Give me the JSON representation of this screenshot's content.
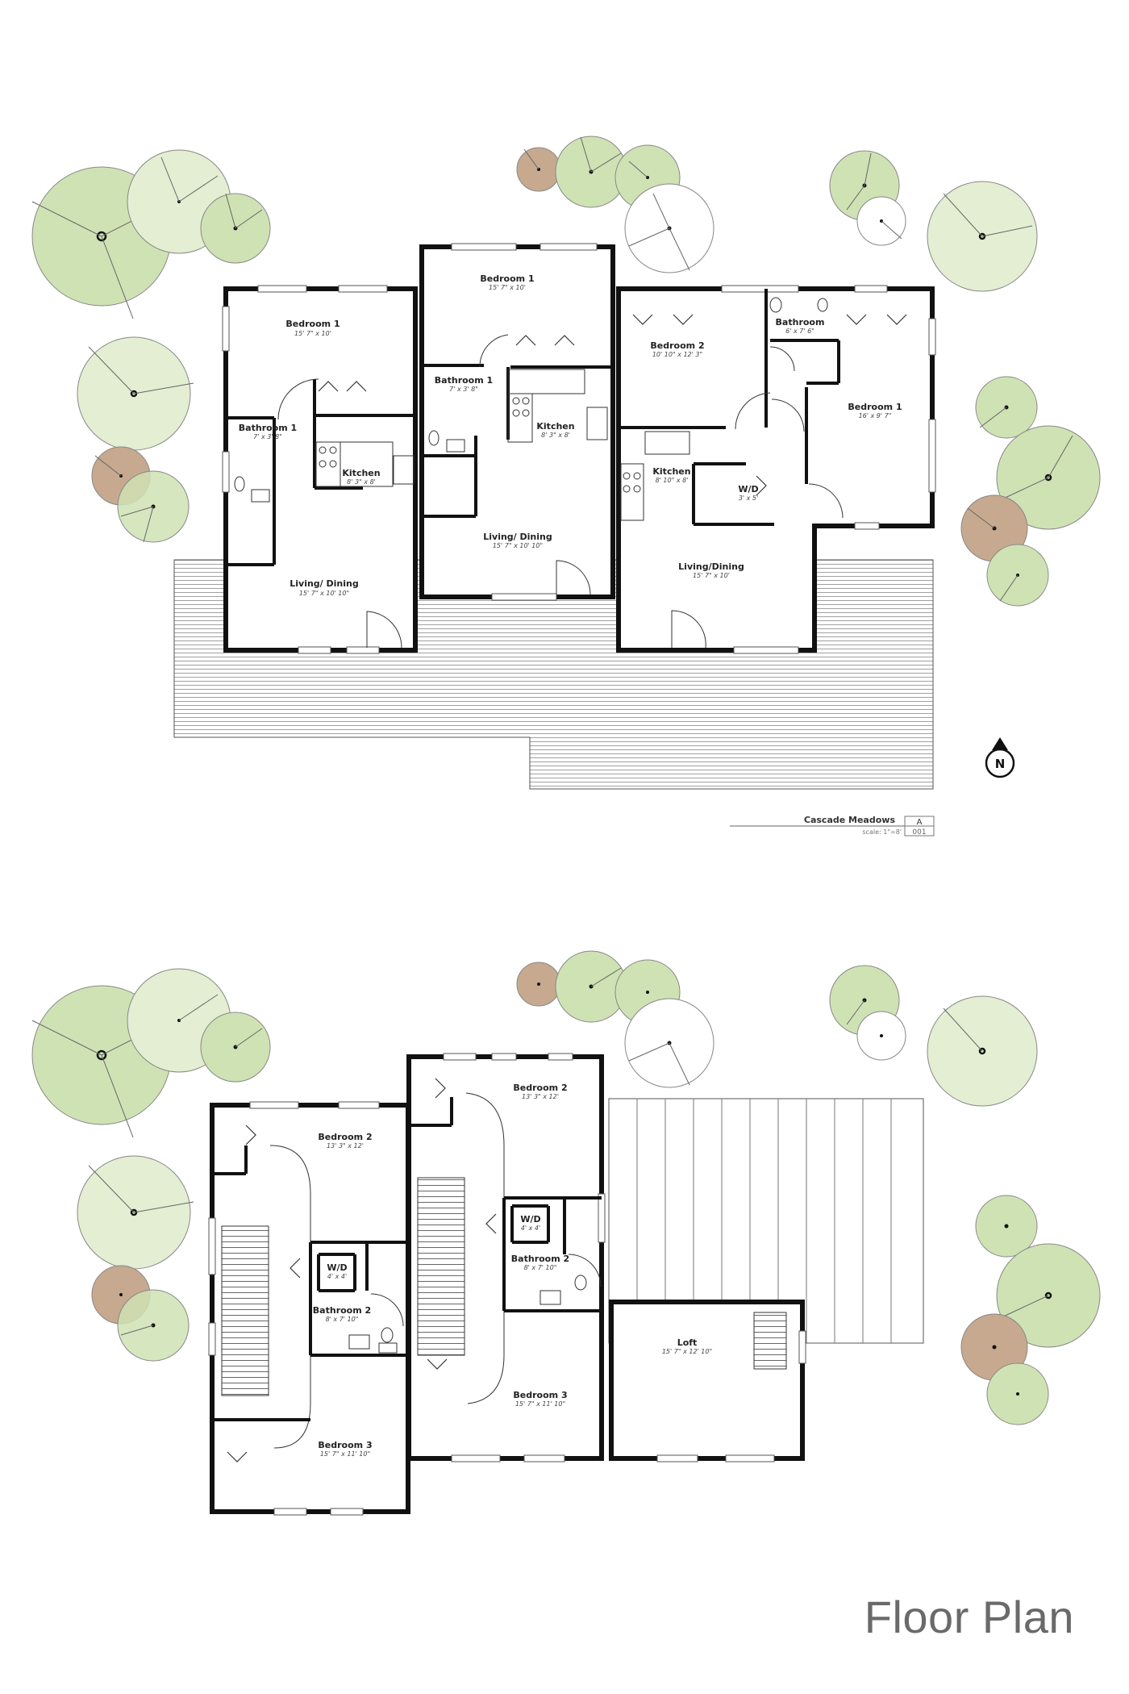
{
  "project": {
    "name": "Cascade Meadows",
    "sheet_letter": "A",
    "sheet_number": "001",
    "scale": "scale: 1\"=8'"
  },
  "north_arrow": {
    "label": "N"
  },
  "sheet_title": "Floor Plan",
  "colors": {
    "wall": "#111111",
    "tree_green": "#c9dfb0",
    "tree_pale": "#e4edd0",
    "tree_brown": "#c7a98f",
    "deck_line": "#888888"
  },
  "floors": {
    "ground": {
      "rooms": [
        {
          "id": "g-u1-bed1",
          "name": "Bedroom 1",
          "dim": "15' 7\" x 10'"
        },
        {
          "id": "g-u1-bath1",
          "name": "Bathroom 1",
          "dim": "7' x 3' 8\""
        },
        {
          "id": "g-u1-kitchen",
          "name": "Kitchen",
          "dim": "8' 3\" x 8'"
        },
        {
          "id": "g-u1-living",
          "name": "Living/ Dining",
          "dim": "15' 7\" x 10' 10\""
        },
        {
          "id": "g-u2-bed1",
          "name": "Bedroom 1",
          "dim": "15' 7\" x 10'"
        },
        {
          "id": "g-u2-bath1",
          "name": "Bathroom 1",
          "dim": "7' x 3' 8\""
        },
        {
          "id": "g-u2-kitchen",
          "name": "Kitchen",
          "dim": "8' 3\" x 8'"
        },
        {
          "id": "g-u2-living",
          "name": "Living/ Dining",
          "dim": "15' 7\" x 10' 10\""
        },
        {
          "id": "g-u3-bed2",
          "name": "Bedroom 2",
          "dim": "10' 10\" x 12' 3\""
        },
        {
          "id": "g-u3-bath",
          "name": "Bathroom",
          "dim": "6' x 7' 6\""
        },
        {
          "id": "g-u3-bed1",
          "name": "Bedroom 1",
          "dim": "16' x 9' 7\""
        },
        {
          "id": "g-u3-kitchen",
          "name": "Kitchen",
          "dim": "8' 10\" x 8'"
        },
        {
          "id": "g-u3-wd",
          "name": "W/D",
          "dim": "3' x 5'"
        },
        {
          "id": "g-u3-living",
          "name": "Living/Dining",
          "dim": "15' 7\" x 10'"
        }
      ]
    },
    "upper": {
      "rooms": [
        {
          "id": "u-u1-bed2",
          "name": "Bedroom 2",
          "dim": "13' 3\" x 12'"
        },
        {
          "id": "u-u1-wd",
          "name": "W/D",
          "dim": "4' x 4'"
        },
        {
          "id": "u-u1-bath2",
          "name": "Bathroom 2",
          "dim": "8' x 7' 10\""
        },
        {
          "id": "u-u1-bed3",
          "name": "Bedroom 3",
          "dim": "15' 7\" x 11' 10\""
        },
        {
          "id": "u-u2-bed2",
          "name": "Bedroom 2",
          "dim": "13' 3\" x 12'"
        },
        {
          "id": "u-u2-wd",
          "name": "W/D",
          "dim": "4' x 4'"
        },
        {
          "id": "u-u2-bath2",
          "name": "Bathroom 2",
          "dim": "8' x 7' 10\""
        },
        {
          "id": "u-u2-bed3",
          "name": "Bedroom 3",
          "dim": "15' 7\" x 11' 10\""
        },
        {
          "id": "u-u3-loft",
          "name": "Loft",
          "dim": "15' 7\" x 12' 10\""
        }
      ]
    }
  }
}
